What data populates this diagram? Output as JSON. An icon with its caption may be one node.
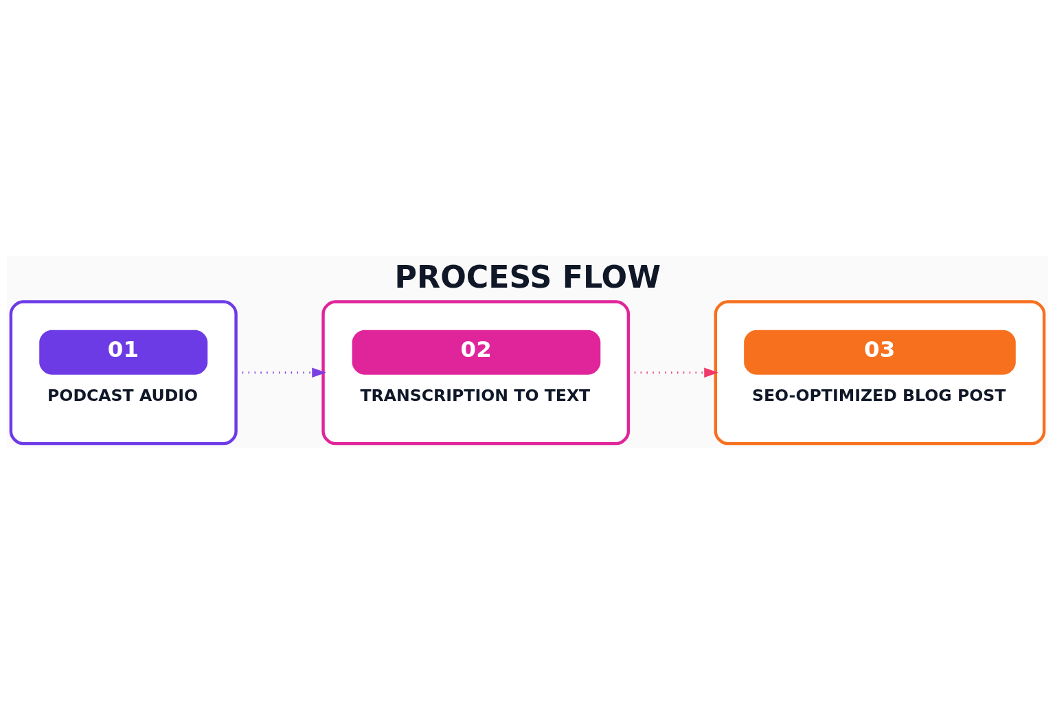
{
  "diagram": {
    "title": "PROCESS FLOW",
    "nodes": [
      {
        "text": [
          "01",
          "PODCAST AUDIO"
        ]
      },
      {
        "text": [
          "02",
          "TRANSCRIPTION TO TEXT"
        ]
      },
      {
        "text": [
          "03",
          "SEO-OPTIMIZED BLOG POST"
        ]
      }
    ],
    "edges": [
      {
        "from": 0,
        "to": 1,
        "arrow": "to",
        "style": "dashed",
        "color": "#7b3fe4"
      },
      {
        "from": 1,
        "to": 2,
        "arrow": "to",
        "style": "dashed",
        "color": "#f0386b"
      }
    ]
  }
}
